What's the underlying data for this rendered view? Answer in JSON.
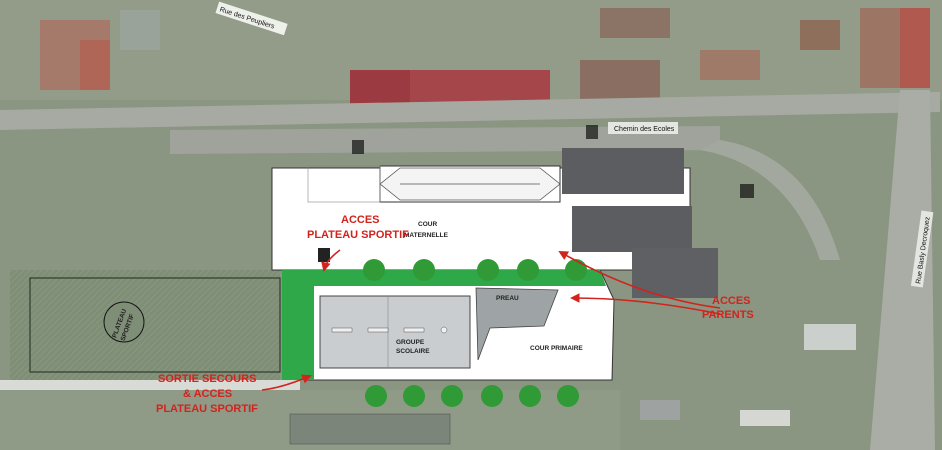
{
  "streets": {
    "rue_des_peupliers": "Rue des Peupliers",
    "chemin_des_ecoles": "Chemin des Ecoles",
    "rue_basly": "Rue Basly Decroquez"
  },
  "zones": {
    "cour_maternelle_line1": "COUR",
    "cour_maternelle_line2": "MATERNELLE",
    "preau": "PREAU",
    "groupe_scolaire_line1": "GROUPE",
    "groupe_scolaire_line2": "SCOLAIRE",
    "cour_primaire": "COUR PRIMAIRE",
    "plateau_sportif_line1": "PLATEAU",
    "plateau_sportif_line2": "SPORTIF"
  },
  "annotations": {
    "acces_plateau_line1": "ACCES",
    "acces_plateau_line2": "PLATEAU SPORTIF",
    "acces_parents_line1": "ACCES",
    "acces_parents_line2": "PARENTS",
    "sortie_line1": "SORTIE SECOURS",
    "sortie_line2": "& ACCES",
    "sortie_line3": "PLATEAU SPORTIF"
  },
  "colors": {
    "aerial_base": "#8a9681",
    "school_green": "#2fa84a",
    "tree_green": "#2f9a36",
    "annotation_red": "#d2231d",
    "roof_red": "#a5464a",
    "roof_dark": "#5b5d60",
    "building_light": "#c9cdcf"
  }
}
